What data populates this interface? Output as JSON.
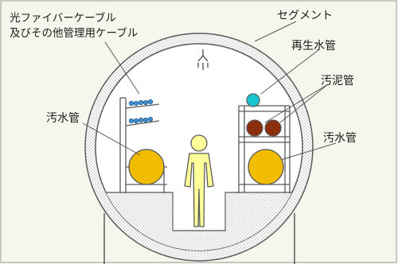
{
  "labels": {
    "fiber_cable_line1": "光ファイバーケーブル",
    "fiber_cable_line2": "及びその他管理用ケーブル",
    "segment": "セグメント",
    "reclaimed_water_pipe": "再生水管",
    "sludge_pipe": "汚泥管",
    "sewage_pipe_left": "汚水管",
    "sewage_pipe_right": "汚水管"
  },
  "colors": {
    "background": "#f4f8ec",
    "outline": "#5a5a5a",
    "sewage_pipe": "#f2bd00",
    "sludge_pipe": "#8a2e0e",
    "reclaimed_water_pipe": "#18c4cf",
    "cable": "#3f8fd2",
    "person": "#ffff9a"
  },
  "icons": {
    "ceiling_light": "lamp-icon"
  }
}
